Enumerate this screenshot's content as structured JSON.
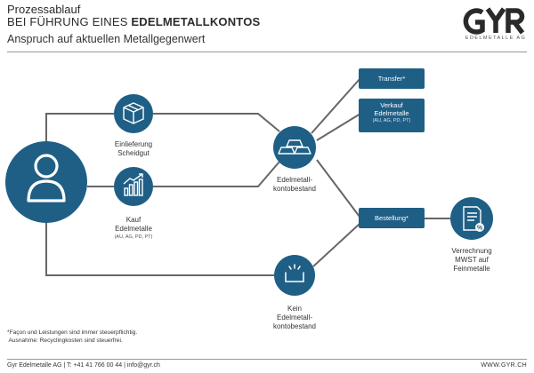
{
  "header": {
    "title_line1": "Prozessablauf",
    "title_line2_prefix": "BEI FÜHRUNG EINES ",
    "title_line2_bold": "EDELMETALLKONTOS",
    "subtitle": "Anspruch auf aktuellen Metallgegenwert"
  },
  "logo": {
    "mark": "GYR",
    "tagline": "EDELMETALLE AG"
  },
  "nodes": {
    "einlieferung": {
      "line1": "Einlieferung",
      "line2": "Scheidgut"
    },
    "kauf": {
      "line1": "Kauf",
      "line2": "Edelmetalle",
      "note": "(AU, AG, PD, PT)"
    },
    "kontobestand": {
      "line1": "Edelmetall-",
      "line2": "kontobestand"
    },
    "kein": {
      "line1": "Kein",
      "line2": "Edelmetall-",
      "line3": "kontobestand"
    },
    "verrechnung": {
      "line1": "Verrechnung",
      "line2": "MWST auf",
      "line3": "Feinmetalle"
    }
  },
  "boxes": {
    "transfer": {
      "label": "Transfer*"
    },
    "verkauf": {
      "line1": "Verkauf",
      "line2": "Edelmetalle",
      "note": "(AU, AG, PD, PT)"
    },
    "bestellung": {
      "label": "Bestellung*"
    }
  },
  "footnote": {
    "line1": "*Façon und Leistungen sind immer steuerpflichtig.",
    "line2": " Ausnahme: Recyclingkosten sind steuerfrei."
  },
  "footer": {
    "left": "Gyr Edelmetalle AG | T: +41 41 766 00 44 | info@gyr.ch",
    "right": "WWW.GYR.CH"
  },
  "colors": {
    "primary": "#1f5f86",
    "line": "#666666",
    "text": "#2b2b2b"
  }
}
